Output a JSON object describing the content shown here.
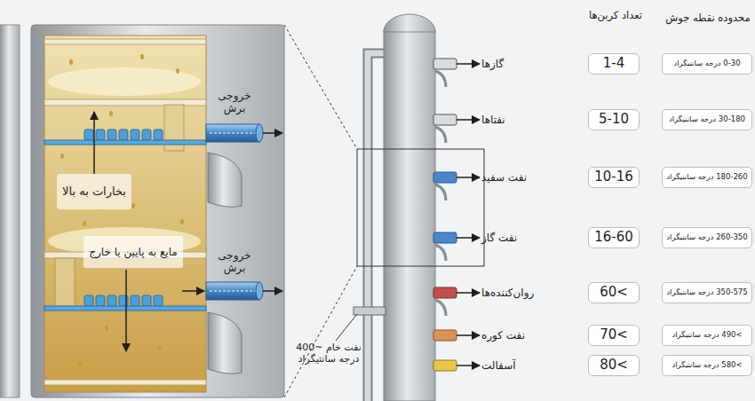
{
  "diagram": {
    "nodes": [
      {
        "text": [
          "1-4"
        ]
      },
      {
        "text": [
          "0-30 درجه سانتیگراد"
        ]
      },
      {
        "text": [
          "5-10"
        ]
      },
      {
        "text": [
          "30-180 درجه سانتیگراد"
        ]
      },
      {
        "text": [
          "10-16"
        ]
      },
      {
        "text": [
          "180-260 درجه سانتیگراد"
        ]
      },
      {
        "text": [
          "16-60"
        ]
      },
      {
        "text": [
          "260-350 درجه سانتیگراد"
        ]
      },
      {
        "text": [
          ">60"
        ]
      },
      {
        "text": [
          "350-575 درجه سانتیگراد"
        ]
      },
      {
        "text": [
          ">70"
        ]
      },
      {
        "text": [
          ">490 درجه سانتیگراد"
        ]
      },
      {
        "text": [
          ">80"
        ]
      },
      {
        "text": [
          ">580 درجه سانتیگراد"
        ]
      }
    ],
    "labels": [
      "تعداد کربن‌ها",
      "محدوده نقطه جوش",
      "خروجی برش",
      "بخارات به بالا",
      "مایع به پایین یا خارج",
      "خروجی برش",
      "گازها",
      "نفتاها",
      "نفت سفید",
      "نفت گاز",
      "روان‌کننده‌ها",
      "نفت کوره",
      "آسفالت",
      "نفت خام ~400 درجه سانتیگراد"
    ]
  }
}
